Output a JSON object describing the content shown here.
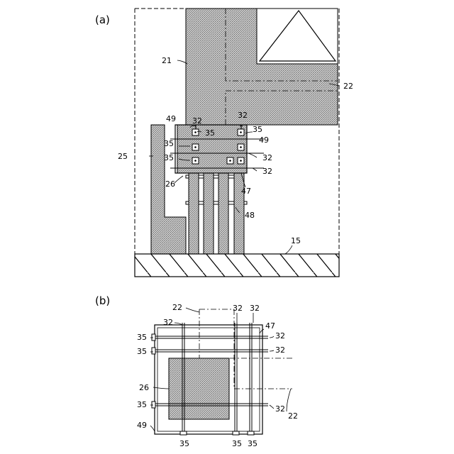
{
  "panel_a": {
    "caption": "(a)",
    "labels": {
      "l21": "21",
      "l22": "22",
      "l49": "49",
      "l32a": "32",
      "l35a": "35",
      "l32b": "32",
      "l35b": "35",
      "l49b": "49",
      "l35c": "35",
      "l32c": "32",
      "l35d": "35",
      "l32d": "32",
      "l25": "25",
      "l26": "26",
      "l47": "47",
      "l48": "48",
      "l15": "15"
    }
  },
  "panel_b": {
    "caption": "(b)",
    "labels": {
      "l22t": "22",
      "l32t1": "32",
      "l32t2": "32",
      "l32tl": "32",
      "l47": "47",
      "l35r1": "35",
      "l32r1": "32",
      "l35r2": "35",
      "l32r2": "32",
      "l26": "26",
      "l35r3": "35",
      "l32r3": "32",
      "l22b": "22",
      "l49": "49",
      "l35b1": "35",
      "l35b2": "35",
      "l35b3": "35"
    }
  }
}
